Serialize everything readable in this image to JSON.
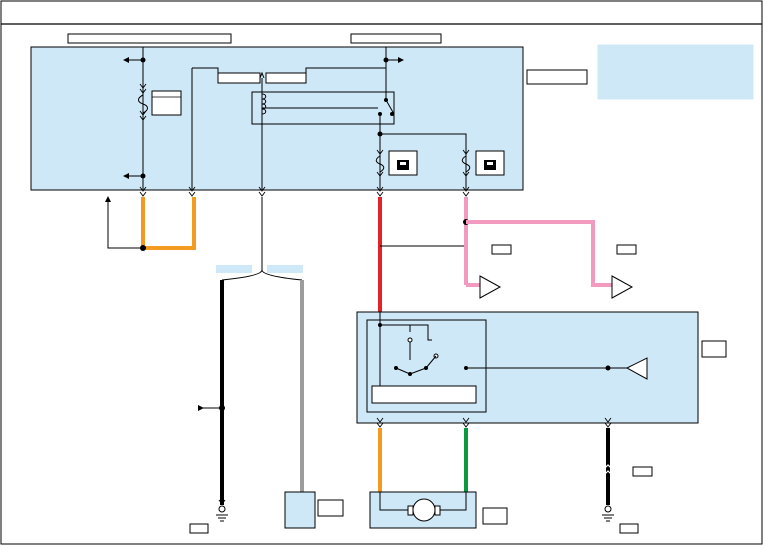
{
  "title": "",
  "note_box": "",
  "labels": {
    "box_top_left": "",
    "box_top_right": "",
    "relay_left": "",
    "relay_right": "",
    "fuse_box": "",
    "module_label": "",
    "conn_left": "",
    "conn_right": "",
    "ref_1": "",
    "ref_2": "",
    "ref_3": "",
    "ref_4": "",
    "ref_5": "",
    "ref_6": "",
    "ref_7": ""
  },
  "colors": {
    "fill": "#cfe8f7",
    "orange": "#f39a21",
    "red": "#e4222a",
    "pink": "#f29ac0",
    "green": "#0a9a3e",
    "gray": "#9c9c9c",
    "black": "#000000"
  },
  "wire_colors": [
    "orange",
    "orange",
    "black",
    "gray",
    "red",
    "pink",
    "pink",
    "orange",
    "green",
    "black"
  ],
  "icons": [
    "fuse-icon",
    "relay-coil-icon",
    "switch-icon",
    "motor-icon",
    "ground-icon",
    "connector-arrow-icon"
  ]
}
